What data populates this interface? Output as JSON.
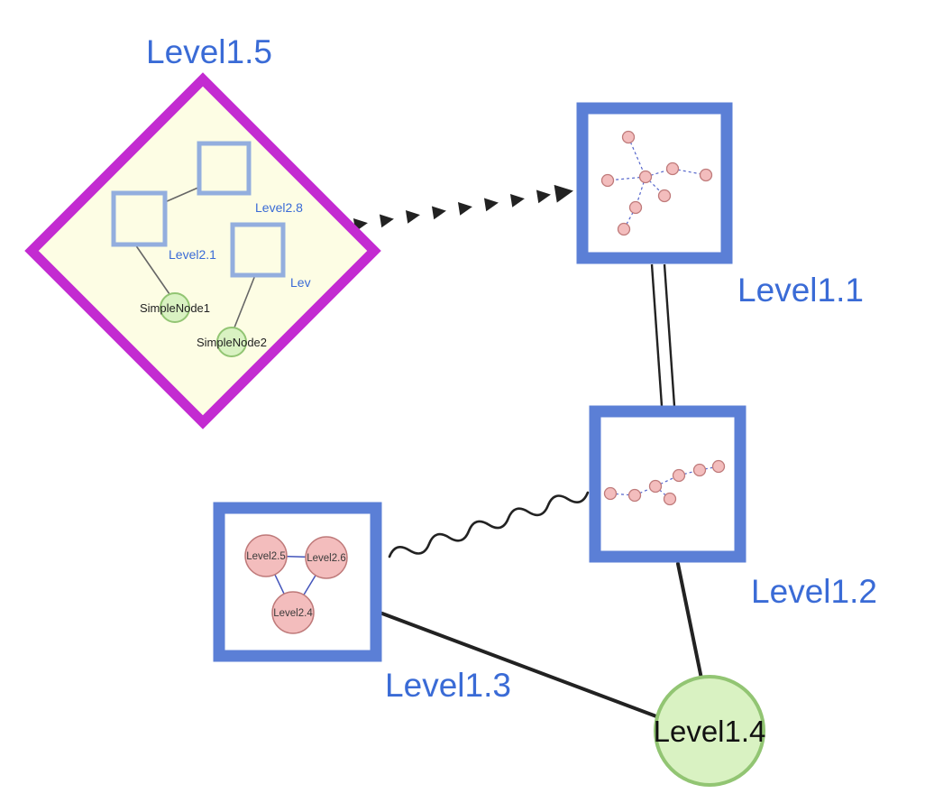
{
  "nodes": {
    "level1_1": {
      "label": "Level1.1",
      "shape": "square",
      "content": "mini-graph-star"
    },
    "level1_2": {
      "label": "Level1.2",
      "shape": "square",
      "content": "mini-graph-chain"
    },
    "level1_3": {
      "label": "Level1.3",
      "shape": "square",
      "content": "triangle-of-nodes"
    },
    "level1_4": {
      "label": "Level1.4",
      "shape": "circle"
    },
    "level1_5": {
      "label": "Level1.5",
      "shape": "diamond"
    }
  },
  "level1_5_children": {
    "level2_8": {
      "label": "Level2.8",
      "shape": "square"
    },
    "level2_1": {
      "label": "Level2.1",
      "shape": "square"
    },
    "level2_partial": {
      "label": "Lev",
      "shape": "square"
    },
    "simplenode1": {
      "label": "SimpleNode1",
      "shape": "circle"
    },
    "simplenode2": {
      "label": "SimpleNode2",
      "shape": "circle"
    }
  },
  "level1_3_children": {
    "level2_5": {
      "label": "Level2.5"
    },
    "level2_6": {
      "label": "Level2.6"
    },
    "level2_4": {
      "label": "Level2.4"
    }
  },
  "edges": [
    {
      "from": "Level1.5",
      "to": "Level1.1",
      "style": "bold-dashed-arrowheads"
    },
    {
      "from": "Level1.1",
      "to": "Level1.2",
      "style": "double-line"
    },
    {
      "from": "Level1.3",
      "to": "Level1.2",
      "style": "wavy"
    },
    {
      "from": "Level1.3",
      "to": "Level1.4",
      "style": "solid"
    },
    {
      "from": "Level1.2",
      "to": "Level1.4",
      "style": "solid"
    },
    {
      "from": "Level2.8",
      "to": "Level2.1",
      "style": "thin"
    },
    {
      "from": "Level2.1",
      "to": "SimpleNode1",
      "style": "thin"
    },
    {
      "from": "Lev",
      "to": "SimpleNode2",
      "style": "thin"
    },
    {
      "from": "Level2.5",
      "to": "Level2.6",
      "style": "thin-blue"
    },
    {
      "from": "Level2.5",
      "to": "Level2.4",
      "style": "thin-blue"
    },
    {
      "from": "Level2.6",
      "to": "Level2.4",
      "style": "thin-blue"
    }
  ],
  "colors": {
    "label_blue": "#3a6bd6",
    "node_border_blue": "#5b7fd6",
    "diamond_magenta": "#c32bd1",
    "diamond_fill": "#fdfde4",
    "inner_square_border": "#93aede",
    "inner_square_fill": "#fdfde4",
    "green_node_fill": "#d9f2c2",
    "green_node_border": "#92c573",
    "pink_node_fill": "#f3bdbd",
    "pink_node_border": "#bf7a7a",
    "edge_color": "#222222",
    "mini_edge_blue": "#5566cc"
  }
}
